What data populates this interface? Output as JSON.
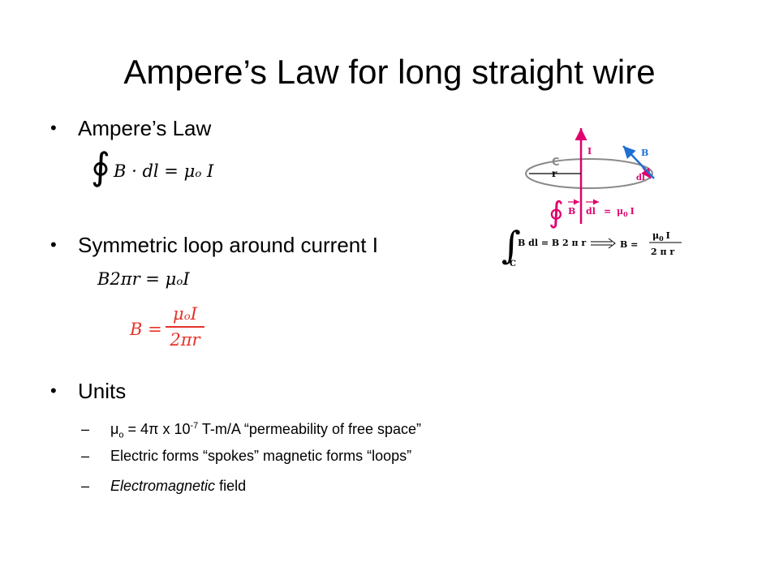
{
  "slide": {
    "title": "Ampere’s Law for long straight wire",
    "bullet_glyph": "•",
    "dash_glyph": "–",
    "bullets": [
      {
        "label": "Ampere’s Law"
      },
      {
        "label": "Symmetric loop around current I"
      },
      {
        "label": "Units"
      }
    ],
    "equations": {
      "integral_sign": "∮",
      "ampere_law": "B · dl = μₒ I",
      "symmetric_loop": "B2πr = μₒI",
      "result_lhs": "B =",
      "result_numerator": "μₒI",
      "result_denominator": "2πr",
      "result_color": "#e53228"
    },
    "units": {
      "mu": "μ",
      "mu_sub": "o",
      "eq_text": " = 4π x 10",
      "exp": "-7",
      "unit_text": " T-m/A   “permeability of free space”",
      "electric_forms": "Electric forms “spokes” magnetic forms “loops”",
      "em_italic": "Electromagnetic",
      "em_rest": " field"
    },
    "diagram": {
      "C": "C",
      "I": "I",
      "B": "B",
      "r": "r",
      "dl": "dl",
      "eq1_B": "B",
      "eq1_dl": "dl",
      "eq1_eq": "=",
      "eq1_mu": "μ",
      "eq1_sub": "0",
      "eq1_I": "I",
      "eq2_text": "B dl = B  2 π r",
      "eq2_Bres": "B =",
      "eq2_num": "μ",
      "eq2_num_sub": "0",
      "eq2_num_I": "I",
      "eq2_den": "2 π r",
      "eq2_C": "C",
      "accent_red": "#e0006e",
      "accent_blue": "#1f6fd1",
      "loop_gray": "#8a8a8a"
    }
  }
}
